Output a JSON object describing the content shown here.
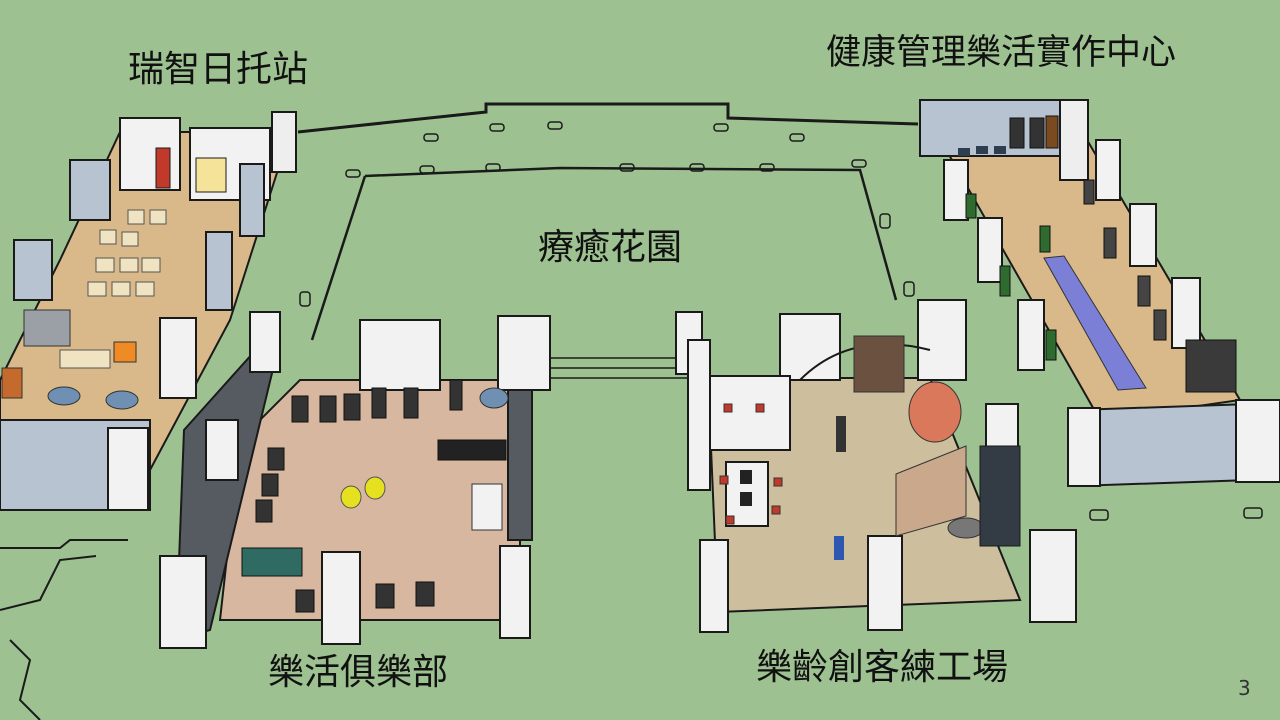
{
  "slide": {
    "page_number": "3",
    "background_color": "#9ec191"
  },
  "labels": {
    "daycare": "瑞智日托站",
    "health_center": "健康管理樂活實作中心",
    "garden": "療癒花園",
    "club": "樂活俱樂部",
    "maker": "樂齡創客練工場"
  },
  "colors": {
    "floor_wood": "#d9b98a",
    "floor_pink": "#d8b7a0",
    "floor_beige": "#cdbf9d",
    "wall": "#f2f2f2",
    "wall_panel": "#b7c3d0",
    "outline": "#1a1a1a"
  }
}
